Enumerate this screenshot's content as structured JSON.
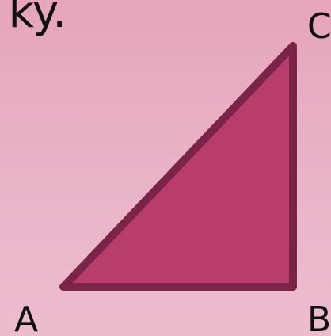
{
  "heading": "ky.",
  "vertices": {
    "a": "A",
    "b": "B",
    "c": "C"
  },
  "colors": {
    "background": "#e8adc3",
    "triangle_fill": "#b93d6b",
    "triangle_stroke": "#7a2448",
    "text": "#101010"
  }
}
